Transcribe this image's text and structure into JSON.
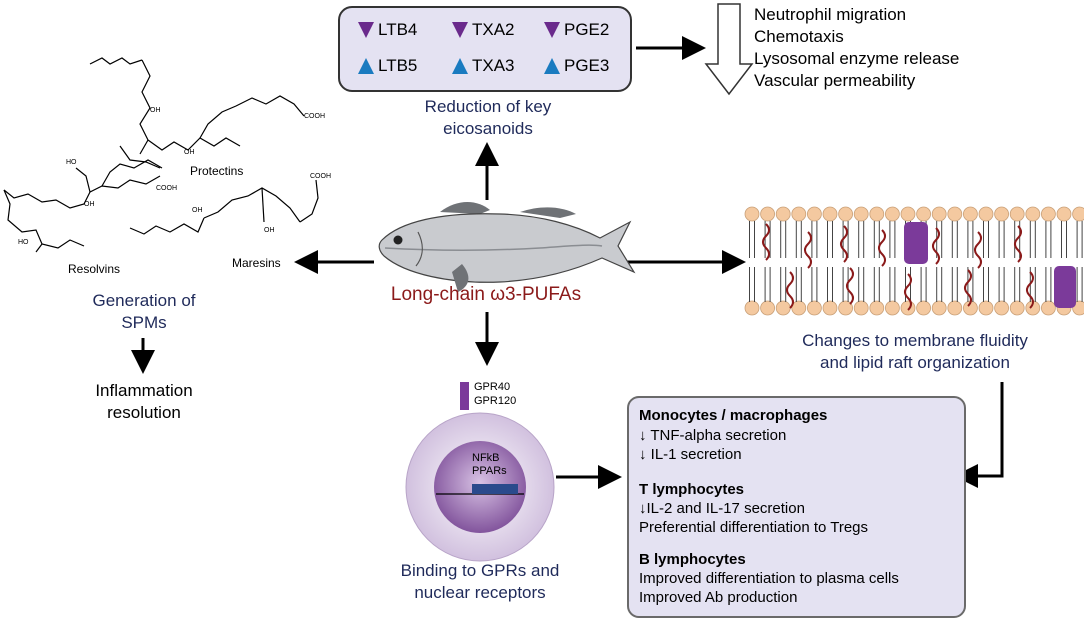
{
  "colors": {
    "navy_label": "#1f2a5a",
    "dark_red_label": "#8b1a1a",
    "purple_arrow": "#6a2a8c",
    "blue_arrow": "#1a7bc0",
    "box_fill": "#e4e2f2",
    "membrane_head": "#f4c9a0",
    "raft": "#7b3a9a"
  },
  "eicosanoids": {
    "down": [
      "LTB4",
      "TXA2",
      "PGE2"
    ],
    "up": [
      "LTB5",
      "TXA3",
      "PGE3"
    ]
  },
  "reduction_label": [
    "Reduction of key",
    "eicosanoids"
  ],
  "effects": [
    "Neutrophil migration",
    "Chemotaxis",
    "Lysosomal enzyme release",
    "Vascular permeability"
  ],
  "center_label": "Long-chain ω3-PUFAs",
  "molecules": {
    "protectins": "Protectins",
    "resolvins": "Resolvins",
    "maresins": "Maresins",
    "cooh": "COOH",
    "oh": "OH",
    "ho": "HO"
  },
  "spm_label": [
    "Generation of",
    "SPMs"
  ],
  "resolution_label": [
    "Inflammation",
    "resolution"
  ],
  "membrane_label": [
    "Changes to membrane fluidity",
    "and lipid raft organization"
  ],
  "gpr_labels": [
    "GPR40",
    "GPR120"
  ],
  "nuclear_labels": [
    "NFkB",
    "PPARs"
  ],
  "binding_label": [
    "Binding to GPRs and",
    "nuclear receptors"
  ],
  "cell_effects": {
    "monocytes_title": "Monocytes / macrophages",
    "monocytes_items": [
      "↓ TNF-alpha secretion",
      "↓ IL-1 secretion"
    ],
    "t_title": "T lymphocytes",
    "t_items": [
      "↓IL-2 and IL-17 secretion",
      "Preferential differentiation to Tregs"
    ],
    "b_title": "B lymphocytes",
    "b_items": [
      "Improved differentiation to plasma cells",
      "Improved Ab production"
    ]
  }
}
